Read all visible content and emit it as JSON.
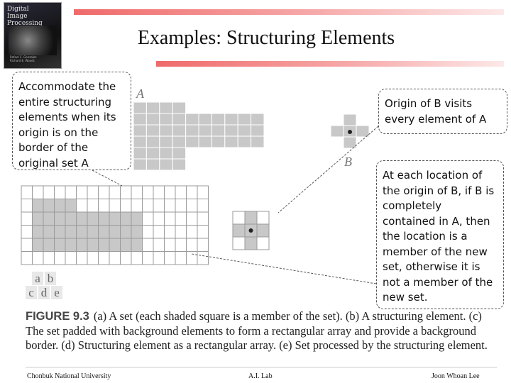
{
  "book": {
    "title": "Digital\nImage\nProcessing",
    "authors": "Rafael C. Gonzalez\nRichard E. Woods"
  },
  "slide": {
    "title": "Examples: Structuring Elements"
  },
  "callouts": {
    "left": "Accommodate the entire structuring elements when its origin is on the border of the original set A",
    "top_right": "Origin of B visits every element of A",
    "bottom_right": "At each location of the origin of B, if B is completely contained in A, then the location is a member of the new set, otherwise it is not a member of the new set."
  },
  "figure": {
    "label_a": "A",
    "label_b": "B",
    "panel_labels_row1": [
      "a",
      "b"
    ],
    "panel_labels_row2": [
      "c",
      "d",
      "e"
    ],
    "caption_head": "FIGURE 9.3",
    "caption_body": "(a) A set (each shaded square is a member of the set). (b) A structuring element. (c) The set padded with background elements to form a rectangular array and provide a background border. (d) Structuring element as a rectangular array. (e) Set processed by the structuring element."
  },
  "footer": {
    "left": "Chonbuk National University",
    "center": "A.I. Lab",
    "right": "Joon Whoan Lee"
  },
  "colors": {
    "shaded": "#c8c8c8",
    "grid": "#9a9a9a",
    "accent": "#f06a6a"
  }
}
